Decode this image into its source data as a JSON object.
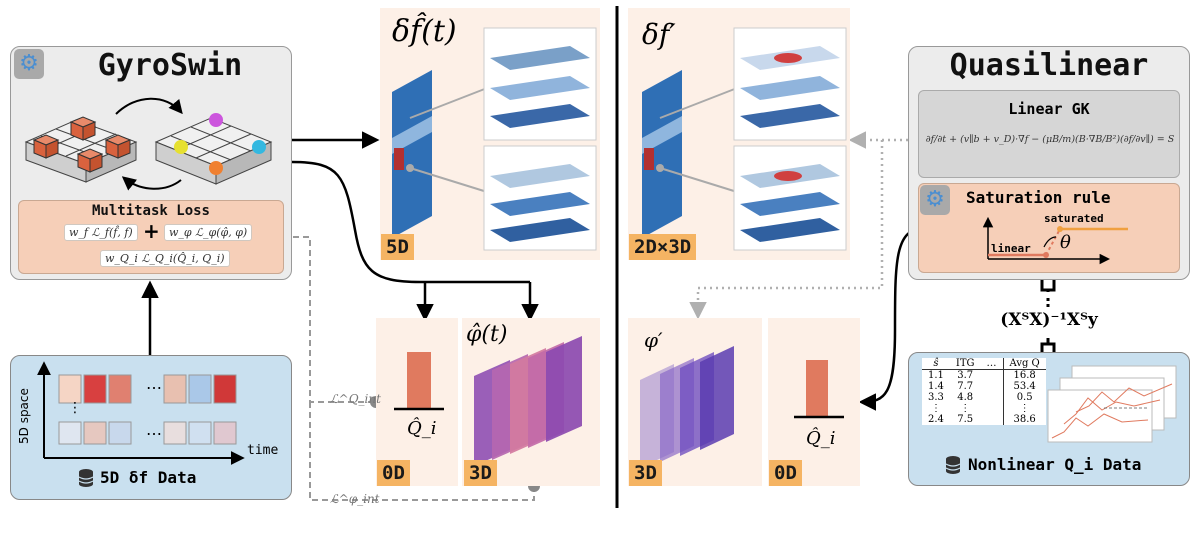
{
  "gyroswin": {
    "title": "GyroSwin",
    "loss_title": "Multitask Loss",
    "loss_terms": [
      "w_f ℒ_f(f̂, f)",
      "w_φ ℒ_φ(φ̂, φ)",
      "w_Q_i ℒ_Q_i(Q̂_i, Q_i)"
    ],
    "plus": "+"
  },
  "data5d": {
    "ylabel": "5D space",
    "xlabel": "time",
    "ellipsis": "…",
    "vdots": "⋮",
    "caption": "5D δf Data"
  },
  "outputs_left": {
    "delta_f_hat": "δf̂(t)",
    "tag_5d": "5D",
    "phi_hat": "φ̂(t)",
    "Q_hat": "Q̂_i",
    "tag_0d": "0D",
    "tag_3d": "3D",
    "lint_Q": "ℒ^Q_int",
    "lint_phi": "ℒ^φ_int"
  },
  "outputs_right": {
    "delta_f_prime": "δf′",
    "tag_2dx3d": "2D×3D",
    "phi_prime": "φ′",
    "Q_hat": "Q̂_i",
    "tag_3d": "3D",
    "tag_0d": "0D"
  },
  "quasilinear": {
    "title": "Quasilinear",
    "linear_gk_title": "Linear GK",
    "linear_gk_equation": "∂f/∂t + (v∥b + v_D)·∇f − (μB/m)(B·∇B/B²)(∂f/∂v∥) = S",
    "saturation_title": "Saturation rule",
    "label_saturated": "saturated",
    "label_linear": "linear",
    "label_theta": "θ",
    "regression": "(XᵀX)⁻¹Xᵀy"
  },
  "nonlinear": {
    "caption": "Nonlinear Q_i Data",
    "columns": [
      "ŝ",
      "ITG",
      "…",
      "Avg Q"
    ],
    "rows": [
      [
        "1.1",
        "3.7",
        "",
        "16.8"
      ],
      [
        "1.4",
        "7.7",
        "",
        "53.4"
      ],
      [
        "3.3",
        "4.8",
        "",
        "0.5"
      ],
      [
        "⋮",
        "⋮",
        "",
        "⋮"
      ],
      [
        "2.4",
        "7.5",
        "",
        "38.6"
      ]
    ]
  },
  "colors": {
    "panel_bg": "#fdf0e7",
    "tag": "#f5b463",
    "loss_box": "#f6cfb8",
    "data_box": "#c9e0ef",
    "gray_box": "#ececec",
    "bar": "#e07a5f",
    "cube_accent": "#e0653f"
  },
  "icons": [
    "gear-icon",
    "database-icon"
  ]
}
